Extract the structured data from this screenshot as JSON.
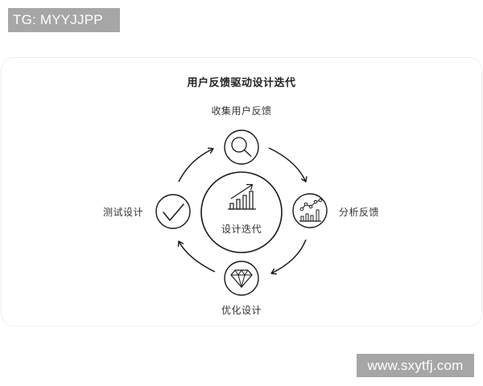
{
  "watermarks": {
    "top_left": "TG: MYYJJPP",
    "bottom_right": "www.sxytfj.com"
  },
  "diagram": {
    "title": "用户反馈驱动设计迭代",
    "center": {
      "label": "设计迭代",
      "icon": "rising-bar-chart-icon"
    },
    "steps": [
      {
        "position": "top",
        "label": "收集用户反馈",
        "icon": "magnifier-icon"
      },
      {
        "position": "right",
        "label": "分析反馈",
        "icon": "line-bar-chart-icon"
      },
      {
        "position": "bottom",
        "label": "优化设计",
        "icon": "diamond-icon"
      },
      {
        "position": "left",
        "label": "测试设计",
        "icon": "checkmark-icon"
      }
    ],
    "flow_direction": "clockwise",
    "colors": {
      "stroke": "#1a1a1a",
      "card_border": "#eeeeee",
      "watermark_bg": "#a6a6a6",
      "watermark_text": "#ffffff"
    }
  }
}
